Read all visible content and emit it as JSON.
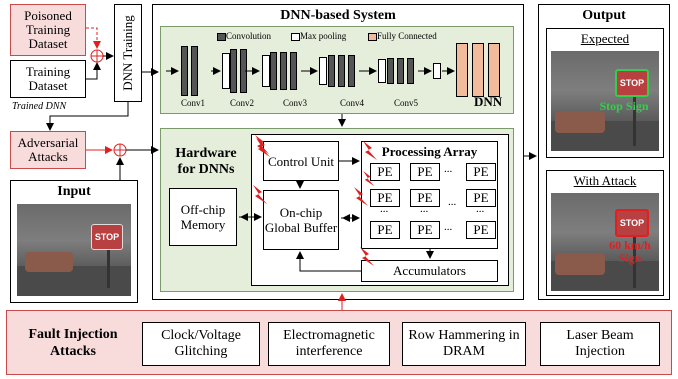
{
  "training": {
    "poisoned": "Poisoned Training Dataset",
    "dataset": "Training Dataset",
    "dnn_training": "DNN Training",
    "trained_dnn": "Trained DNN"
  },
  "adversarial": "Adversarial Attacks",
  "input": {
    "title": "Input",
    "sign": "STOP"
  },
  "system": {
    "title": "DNN-based System",
    "legend": {
      "conv": "Convolution",
      "pool": "Max pooling",
      "fc": "Fully Connected"
    },
    "layers": [
      "Conv1",
      "Conv2",
      "Conv3",
      "Conv4",
      "Conv5"
    ],
    "dnn_label": "DNN"
  },
  "hardware": {
    "title": "Hardware for DNNs",
    "offchip": "Off-chip Memory",
    "control": "Control Unit",
    "buffer": "On-chip Global Buffer",
    "array_title": "Processing Array",
    "pe": "PE",
    "dots": "...",
    "accumulators": "Accumulators"
  },
  "output": {
    "title": "Output",
    "expected": "Expected",
    "expected_label": "Stop Sign",
    "attack": "With Attack",
    "attack_label": "60 km/h Sign",
    "sign": "STOP"
  },
  "fault": {
    "title": "Fault Injection Attacks",
    "items": [
      "Clock/Voltage Glitching",
      "Electromagnetic interference",
      "Row Hammering in DRAM",
      "Laser Beam Injection"
    ]
  },
  "colors": {
    "attack_red": "#e02020",
    "pink_fill": "#f8dcdc",
    "green_fill": "#e4eedb",
    "fc_orange": "#f2bc9c",
    "label_green": "#2fd14a"
  }
}
